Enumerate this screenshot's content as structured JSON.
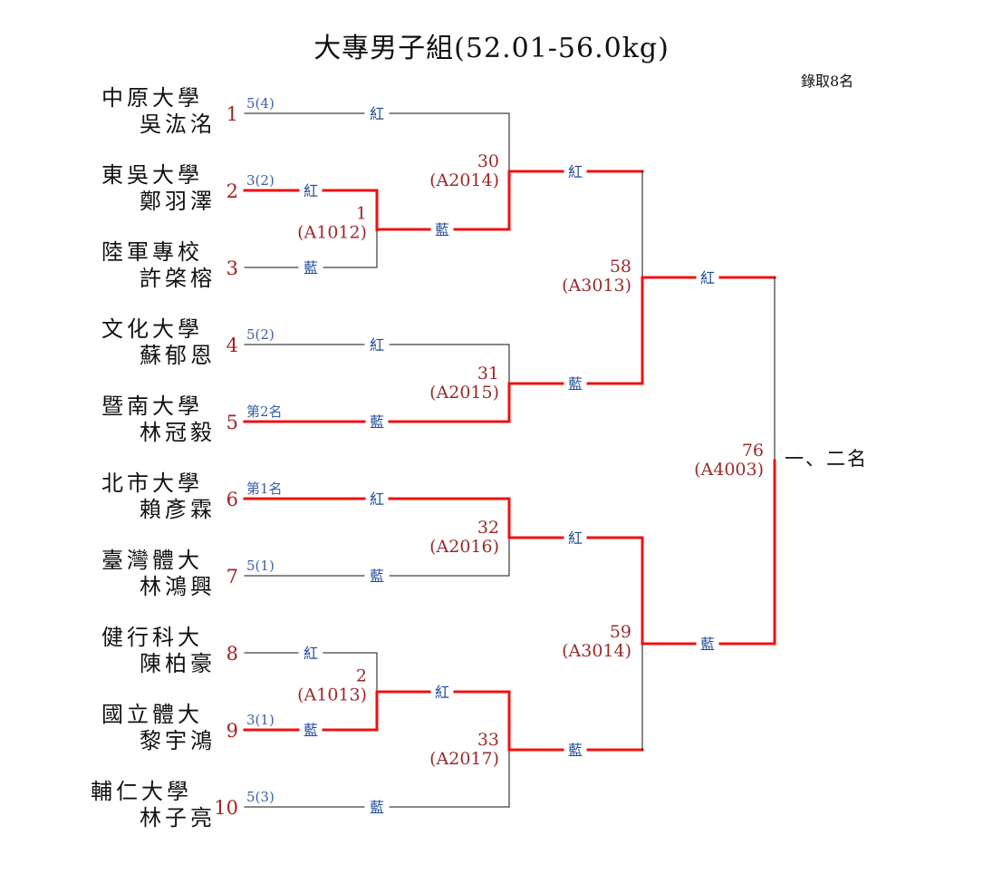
{
  "title": "大專男子組(52.01-56.0kg)",
  "quota": "錄取8名",
  "colors": {
    "winner_line": "#ee1111",
    "line": "#111111",
    "seed": "#a82020",
    "corner": "#1f4b9a",
    "match_number": "#9a2a2a",
    "note": "#3a5fa8"
  },
  "entrants": [
    {
      "seed": "1",
      "school": "中原大學",
      "name": "吳汯洺",
      "note": "5(4)",
      "corner": "紅",
      "advanced": false
    },
    {
      "seed": "2",
      "school": "東吳大學",
      "name": "鄭羽澤",
      "note": "3(2)",
      "corner": "紅",
      "advanced": true
    },
    {
      "seed": "3",
      "school": "陸軍專校",
      "name": "許棨榕",
      "note": "",
      "corner": "藍",
      "advanced": false
    },
    {
      "seed": "4",
      "school": "文化大學",
      "name": "蘇郁恩",
      "note": "5(2)",
      "corner": "紅",
      "advanced": false
    },
    {
      "seed": "5",
      "school": "暨南大學",
      "name": "林冠毅",
      "note": "第2名",
      "corner": "藍",
      "advanced": true
    },
    {
      "seed": "6",
      "school": "北市大學",
      "name": "賴彥霖",
      "note": "第1名",
      "corner": "紅",
      "advanced": true
    },
    {
      "seed": "7",
      "school": "臺灣體大",
      "name": "林鴻興",
      "note": "5(1)",
      "corner": "藍",
      "advanced": false
    },
    {
      "seed": "8",
      "school": "健行科大",
      "name": "陳柏豪",
      "note": "",
      "corner": "紅",
      "advanced": false
    },
    {
      "seed": "9",
      "school": "國立體大",
      "name": "黎宇鴻",
      "note": "3(1)",
      "corner": "藍",
      "advanced": true
    },
    {
      "seed": "10",
      "school": "輔仁大學",
      "name": "林子亮",
      "note": "5(3)",
      "corner": "藍",
      "advanced": false
    }
  ],
  "matches": [
    {
      "id": "m1",
      "number": "1",
      "code": "(A1012)",
      "out_corner": "藍",
      "won": true
    },
    {
      "id": "m2",
      "number": "2",
      "code": "(A1013)",
      "out_corner": "紅",
      "won": true
    },
    {
      "id": "m30",
      "number": "30",
      "code": "(A2014)",
      "out_corner": "紅",
      "won": true
    },
    {
      "id": "m31",
      "number": "31",
      "code": "(A2015)",
      "out_corner": "藍",
      "won": true
    },
    {
      "id": "m32",
      "number": "32",
      "code": "(A2016)",
      "out_corner": "紅",
      "won": true
    },
    {
      "id": "m33",
      "number": "33",
      "code": "(A2017)",
      "out_corner": "藍",
      "won": true
    },
    {
      "id": "m58",
      "number": "58",
      "code": "(A3013)",
      "out_corner": "紅",
      "won": true
    },
    {
      "id": "m59",
      "number": "59",
      "code": "(A3014)",
      "out_corner": "藍",
      "won": true
    },
    {
      "id": "m76",
      "number": "76",
      "code": "(A4003)",
      "out_corner": "",
      "won": true
    }
  ],
  "final_label": "一、二名"
}
